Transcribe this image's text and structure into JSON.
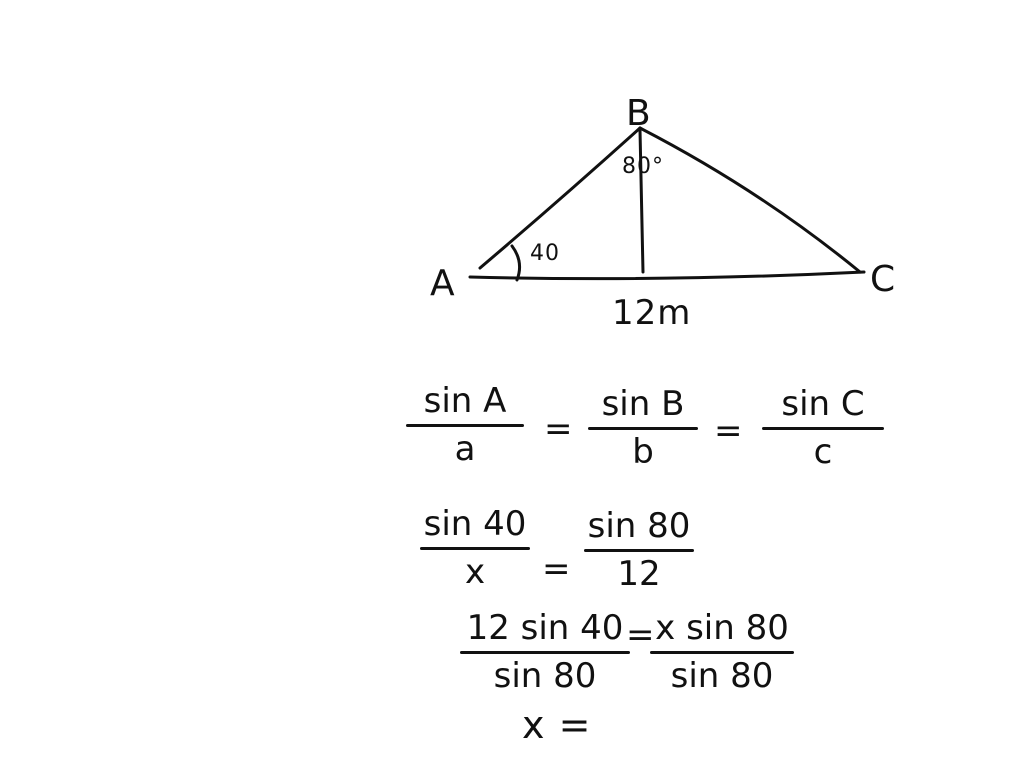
{
  "diagram": {
    "vertices": {
      "A": "A",
      "B": "B",
      "C": "C"
    },
    "angle_A": "40",
    "angle_B": "80°",
    "base_length": "12m"
  },
  "equations": {
    "law_of_sines": {
      "t1_num": "sin A",
      "t1_den": "a",
      "eq1": "=",
      "t2_num": "sin B",
      "t2_den": "b",
      "eq2": "=",
      "t3_num": "sin C",
      "t3_den": "c"
    },
    "substituted": {
      "l_num": "sin 40",
      "l_den": "x",
      "eq": "=",
      "r_num": "sin 80",
      "r_den": "12"
    },
    "cross_multiplied": {
      "l_num": "12 sin 40",
      "l_den": "sin 80",
      "eq": "=",
      "r_num": "x sin 80",
      "r_den": "sin 80"
    },
    "result": {
      "text": "x ="
    }
  }
}
